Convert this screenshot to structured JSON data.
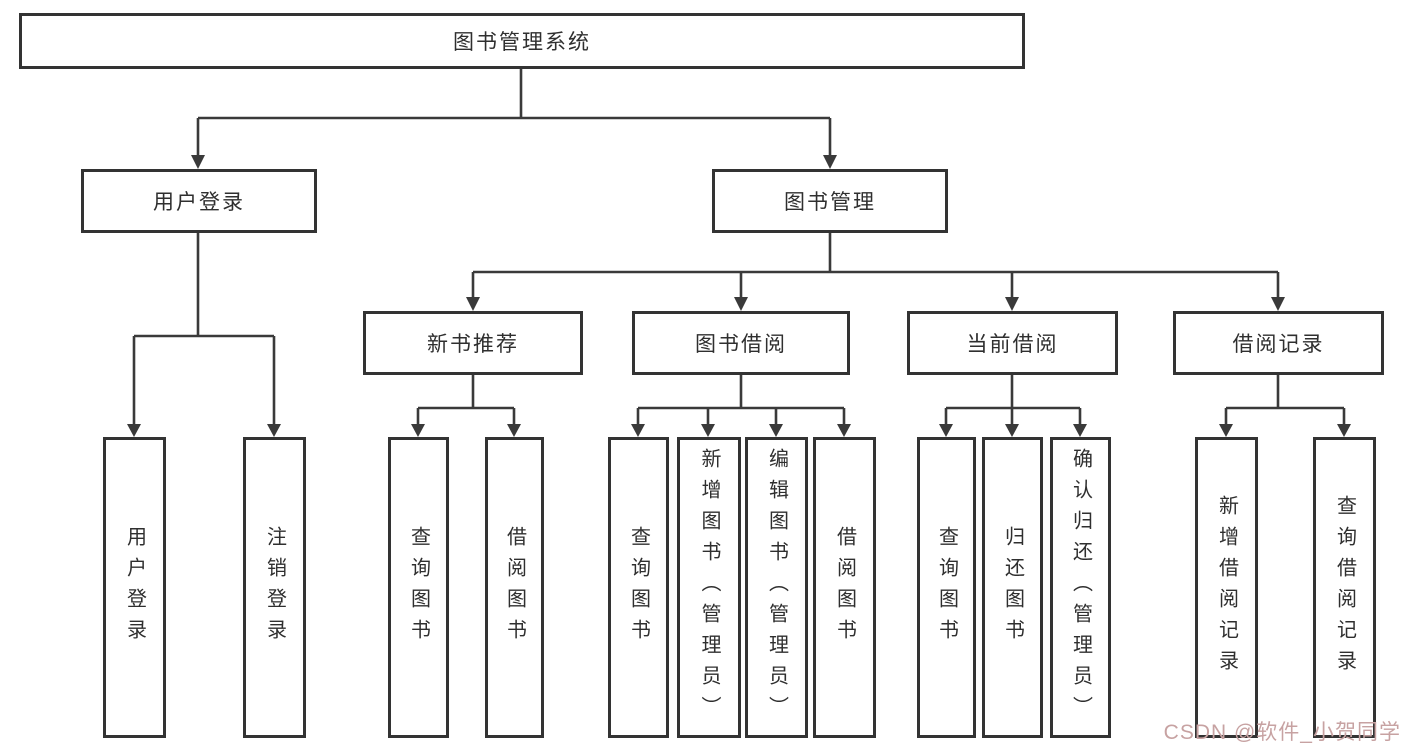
{
  "diagram": {
    "root": "图书管理系统",
    "branches": [
      {
        "label": "用户登录",
        "children": [
          "用户登录",
          "注销登录"
        ]
      },
      {
        "label": "图书管理",
        "groups": [
          {
            "label": "新书推荐",
            "children": [
              "查询图书",
              "借阅图书"
            ]
          },
          {
            "label": "图书借阅",
            "children": [
              "查询图书",
              "新增图书（管理员）",
              "编辑图书（管理员）",
              "借阅图书"
            ]
          },
          {
            "label": "当前借阅",
            "children": [
              "查询图书",
              "归还图书",
              "确认归还（管理员）"
            ]
          },
          {
            "label": "借阅记录",
            "children": [
              "新增借阅记录",
              "查询借阅记录"
            ]
          }
        ]
      }
    ]
  },
  "watermark": "CSDN @软件_小贺同学",
  "colors": {
    "line": "#3a3a3a",
    "box-border": "#333333",
    "box-fill": "#ffffff",
    "text": "#2f2f2f",
    "watermark": "#c7a2a2",
    "background": "#ffffff"
  }
}
